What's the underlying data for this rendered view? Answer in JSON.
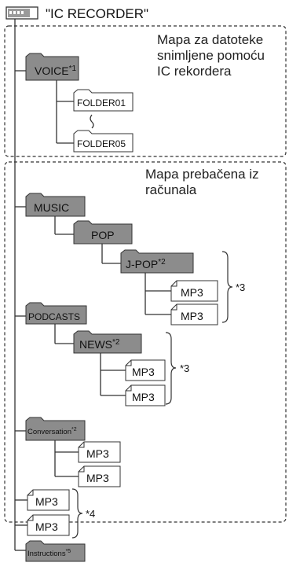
{
  "header": {
    "device_icon": "usb-drive-icon",
    "title": "\"IC RECORDER\""
  },
  "sections": {
    "recorder": {
      "caption_lines": [
        "Mapa za datoteke",
        "snimljene pomoću",
        "IC rekordera"
      ]
    },
    "computer": {
      "caption_lines": [
        "Mapa prebačena iz",
        "računala"
      ]
    }
  },
  "folders": {
    "voice": {
      "label": "VOICE",
      "note": "*1"
    },
    "folder01": {
      "label": "FOLDER01"
    },
    "folder05": {
      "label": "FOLDER05"
    },
    "music": {
      "label": "MUSIC"
    },
    "pop": {
      "label": "POP"
    },
    "jpop": {
      "label": "J-POP",
      "note": "*2"
    },
    "podcasts": {
      "label": "PODCASTS"
    },
    "news": {
      "label": "NEWS",
      "note": "*2"
    },
    "conversation": {
      "label": "Conversation",
      "note": "*2"
    },
    "instructions": {
      "label": "Instructions",
      "note": "*5"
    }
  },
  "files": {
    "label": "MP3"
  },
  "brace_notes": {
    "jpop": "*3",
    "news": "*3",
    "root_files": "*4"
  },
  "colors": {
    "folder_gray": "#8c8c8c",
    "line": "#333333"
  }
}
